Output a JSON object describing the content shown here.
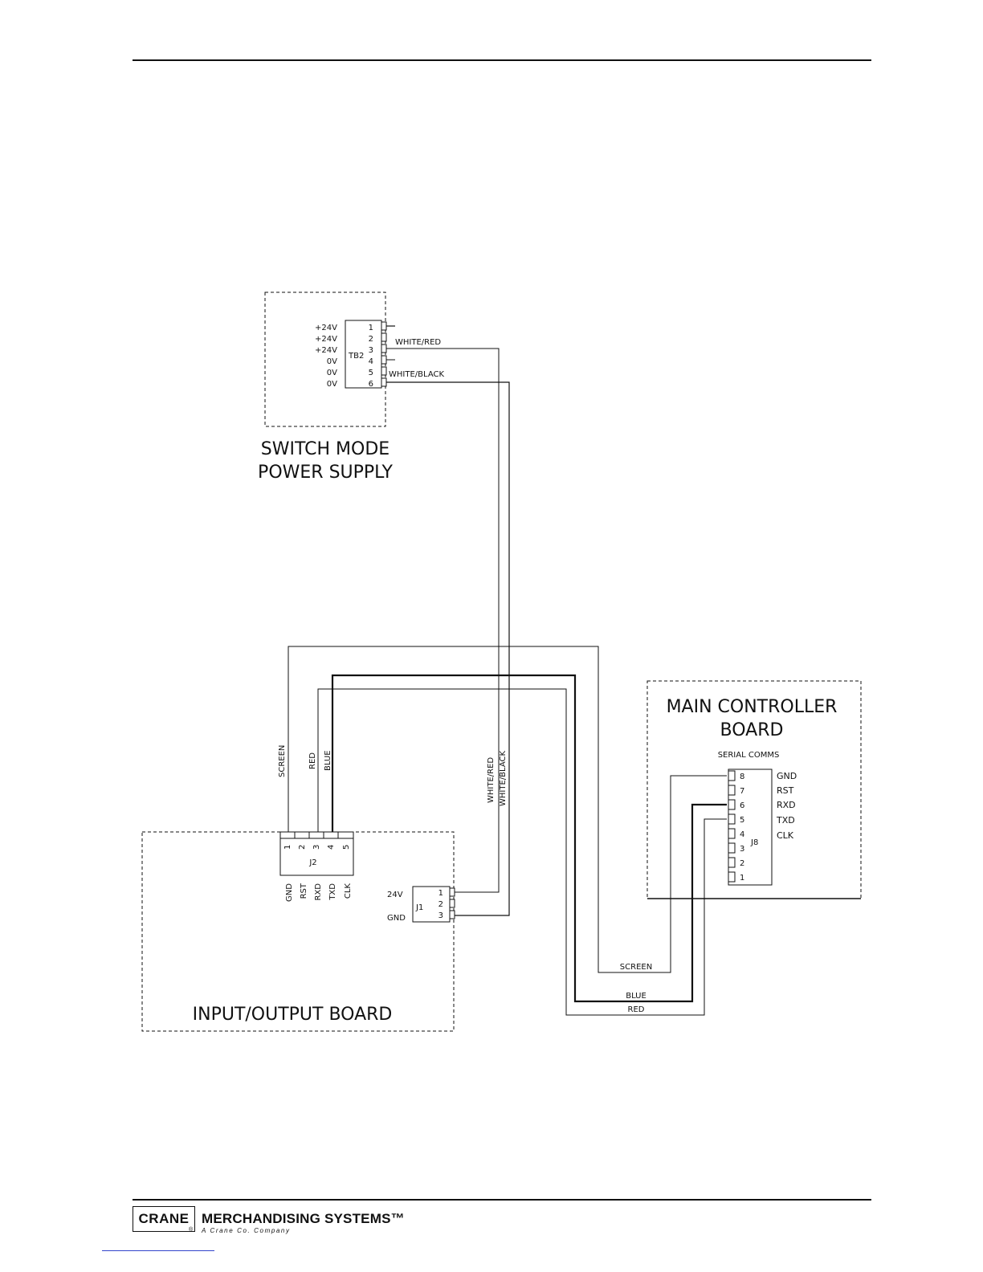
{
  "psu": {
    "title_line1": "SWITCH MODE",
    "title_line2": "POWER SUPPLY",
    "terminal": "TB2",
    "voltages": [
      "+24V",
      "+24V",
      "+24V",
      "0V",
      "0V",
      "0V"
    ],
    "pins": [
      "1",
      "2",
      "3",
      "4",
      "5",
      "6"
    ],
    "wire_a": "WHITE/RED",
    "wire_b": "WHITE/BLACK"
  },
  "io": {
    "title": "INPUT/OUTPUT BOARD",
    "connector_j2": "J2",
    "j2_pins": [
      "1",
      "2",
      "3",
      "4",
      "5"
    ],
    "j2_signals": [
      "GND",
      "RST",
      "RXD",
      "TXD",
      "CLK"
    ],
    "connector_j1": "J1",
    "j1_pins": [
      "1",
      "2",
      "3"
    ],
    "j1_24v": "24V",
    "j1_gnd": "GND"
  },
  "wires": {
    "screen": "SCREEN",
    "red": "RED",
    "blue": "BLUE",
    "white_red": "WHITE/RED",
    "white_black": "WHITE/BLACK"
  },
  "mcb": {
    "title_line1": "MAIN CONTROLLER",
    "title_line2": "BOARD",
    "subtitle": "SERIAL COMMS",
    "connector": "J8",
    "pins": [
      "8",
      "7",
      "6",
      "5",
      "4",
      "3",
      "2",
      "1"
    ],
    "signals": [
      "GND",
      "RST",
      "RXD",
      "TXD",
      "CLK"
    ]
  },
  "footer": {
    "logo": "CRANE",
    "logo_reg": "®",
    "company": "MERCHANDISING SYSTEMS™",
    "tagline": "A Crane Co. Company"
  }
}
